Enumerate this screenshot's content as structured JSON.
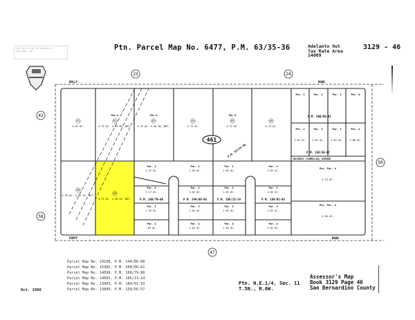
{
  "header": {
    "title": "Ptn. Parcel Map No. 6477, P.M. 63/35-36",
    "tax_rate_area": [
      "Adelanto Out",
      "Tax Rate Area",
      "14009"
    ],
    "book_page": "3129 - 46",
    "disclaimer": "THIS MAP IS FOR THE PURPOSE OF ASSESSMENT ONLY"
  },
  "map": {
    "highlight_color": "#ffff33",
    "section_circles": [
      "23",
      "24",
      "42",
      "50",
      "58",
      "47"
    ],
    "block": "461",
    "roads": {
      "top": "DOLLY",
      "top_right": "ROAD",
      "bottom_left": "POPPY",
      "bottom_right": "ROAD",
      "middle": "DUCHESS (CAMELLIA) AVENUE"
    },
    "plat_refs": [
      "P.M. 63/35-36",
      "P.M. 200/60-61",
      "P.M. 158/56-57",
      "P.M. 168/79-80",
      "P.M. 244/86-88",
      "P.M. 185/13-14",
      "P.M. 184/91-93"
    ],
    "parcels": [
      {
        "par": "",
        "apn": "61",
        "acres": "4.92 AC."
      },
      {
        "par": "Par.1",
        "apn": "62",
        "acres": "4.75 AC. 3.64 AC. NET."
      },
      {
        "par": "Par.2",
        "apn": "63",
        "acres": "4.75 AC. 4.20 AC. NET."
      },
      {
        "par": "",
        "apn": "64",
        "acres": "4.75 AC."
      },
      {
        "par": "Par.3",
        "apn": "65",
        "acres": "4.75 AC."
      },
      {
        "par": "",
        "apn": "66",
        "acres": "4.75 AC."
      },
      {
        "par": "",
        "apn": "60",
        "acres": "4.78 AC. 3.52 AC. NET."
      },
      {
        "par": "",
        "apn": "59",
        "acres": "4.75 AC. 4.30 AC. NET."
      },
      {
        "par": "Par. 1",
        "apn": "",
        "acres": "1.22 AC."
      },
      {
        "par": "Par. 2",
        "apn": "",
        "acres": "1.17 AC."
      },
      {
        "par": "Par. 3",
        "apn": "",
        "acres": "1.34 AC."
      },
      {
        "par": "Par. 4",
        "apn": "",
        "acres": ".83 AC."
      },
      {
        "par": "Par. 1",
        "apn": "",
        "acres": "1.55 AC."
      },
      {
        "par": "Par. 2",
        "apn": "",
        "acres": "1.02 AC."
      },
      {
        "par": "Par. 3",
        "apn": "",
        "acres": "1.02 AC."
      },
      {
        "par": "Par. 4",
        "apn": "",
        "acres": "1.02 AC."
      },
      {
        "par": "Par. 1",
        "apn": "",
        "acres": "1.02 AC."
      },
      {
        "par": "Par. 2",
        "apn": "",
        "acres": "1.02 AC."
      },
      {
        "par": "Par. 3",
        "apn": "",
        "acres": "1.02 AC."
      },
      {
        "par": "Par. 4",
        "apn": "",
        "acres": "1.02 AC."
      },
      {
        "par": "Par. 1",
        "apn": "",
        "acres": "1.02 AC."
      },
      {
        "par": "Par. 2",
        "apn": "",
        "acres": "1.02 AC."
      },
      {
        "par": "Par. 3",
        "apn": "",
        "acres": "1.02 AC."
      },
      {
        "par": "Par. 4",
        "apn": "",
        "acres": "1.02 AC."
      },
      {
        "par": "Par. 1",
        "apn": "",
        "acres": ""
      },
      {
        "par": "Par. 2",
        "apn": "",
        "acres": ""
      },
      {
        "par": "Par. 3",
        "apn": "",
        "acres": ""
      },
      {
        "par": "Par. 4",
        "apn": "",
        "acres": ""
      },
      {
        "par": "Par. 1",
        "apn": "",
        "acres": "1.07 AC."
      },
      {
        "par": "Par. 2",
        "apn": "",
        "acres": "1.07 AC."
      },
      {
        "par": "Par. 3",
        "apn": "",
        "acres": "1.07 AC."
      },
      {
        "par": "Par. 4",
        "apn": "",
        "acres": "1.08 AC."
      },
      {
        "par": "Par. Par. 4",
        "apn": "",
        "acres": "4.75 AC."
      },
      {
        "par": "Par. Par. 4",
        "apn": "",
        "acres": "4.04 AC."
      }
    ]
  },
  "footer": {
    "parcel_maps": [
      "Parcel Map No. 19108, P.M. 244/86-88",
      "Parcel Map No. 15485, P.M. 200/60-61",
      "Parcel Map No. 14098, P.M. 168/79-80",
      "Parcel Map No. 14065, P.M. 185/13-14",
      "Parcel Map No. 13903, P.M. 184/91-93",
      "Parcel Map No. 13889, P.M. 158/56-57"
    ],
    "date": "Oct. 1986",
    "section": [
      "Ptn. N.E.1/4, Sec. 11",
      "T.5N., R.6W."
    ],
    "assessor": [
      "Assessor's Map",
      "Book 3129 Page 46",
      "San Bernardino County"
    ]
  }
}
